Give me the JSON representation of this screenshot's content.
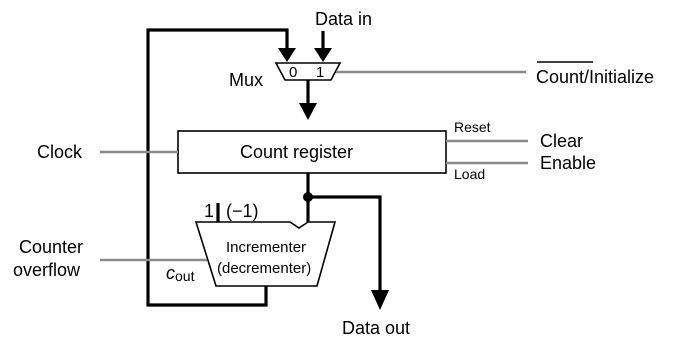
{
  "labels": {
    "data_in": "Data in",
    "mux": "Mux",
    "mux_input_0": "0",
    "mux_input_1": "1",
    "count_initialize": "Count/Initialize",
    "count_register": "Count register",
    "reset": "Reset",
    "load": "Load",
    "clear": "Clear",
    "enable": "Enable",
    "clock": "Clock",
    "one": "1",
    "minus_one": "(−1)",
    "incrementer": "Incrementer",
    "decrementer": "(decrementer)",
    "counter": "Counter",
    "overflow": "overflow",
    "c_out_base": "c",
    "c_out_sub": "out",
    "data_out": "Data out"
  }
}
